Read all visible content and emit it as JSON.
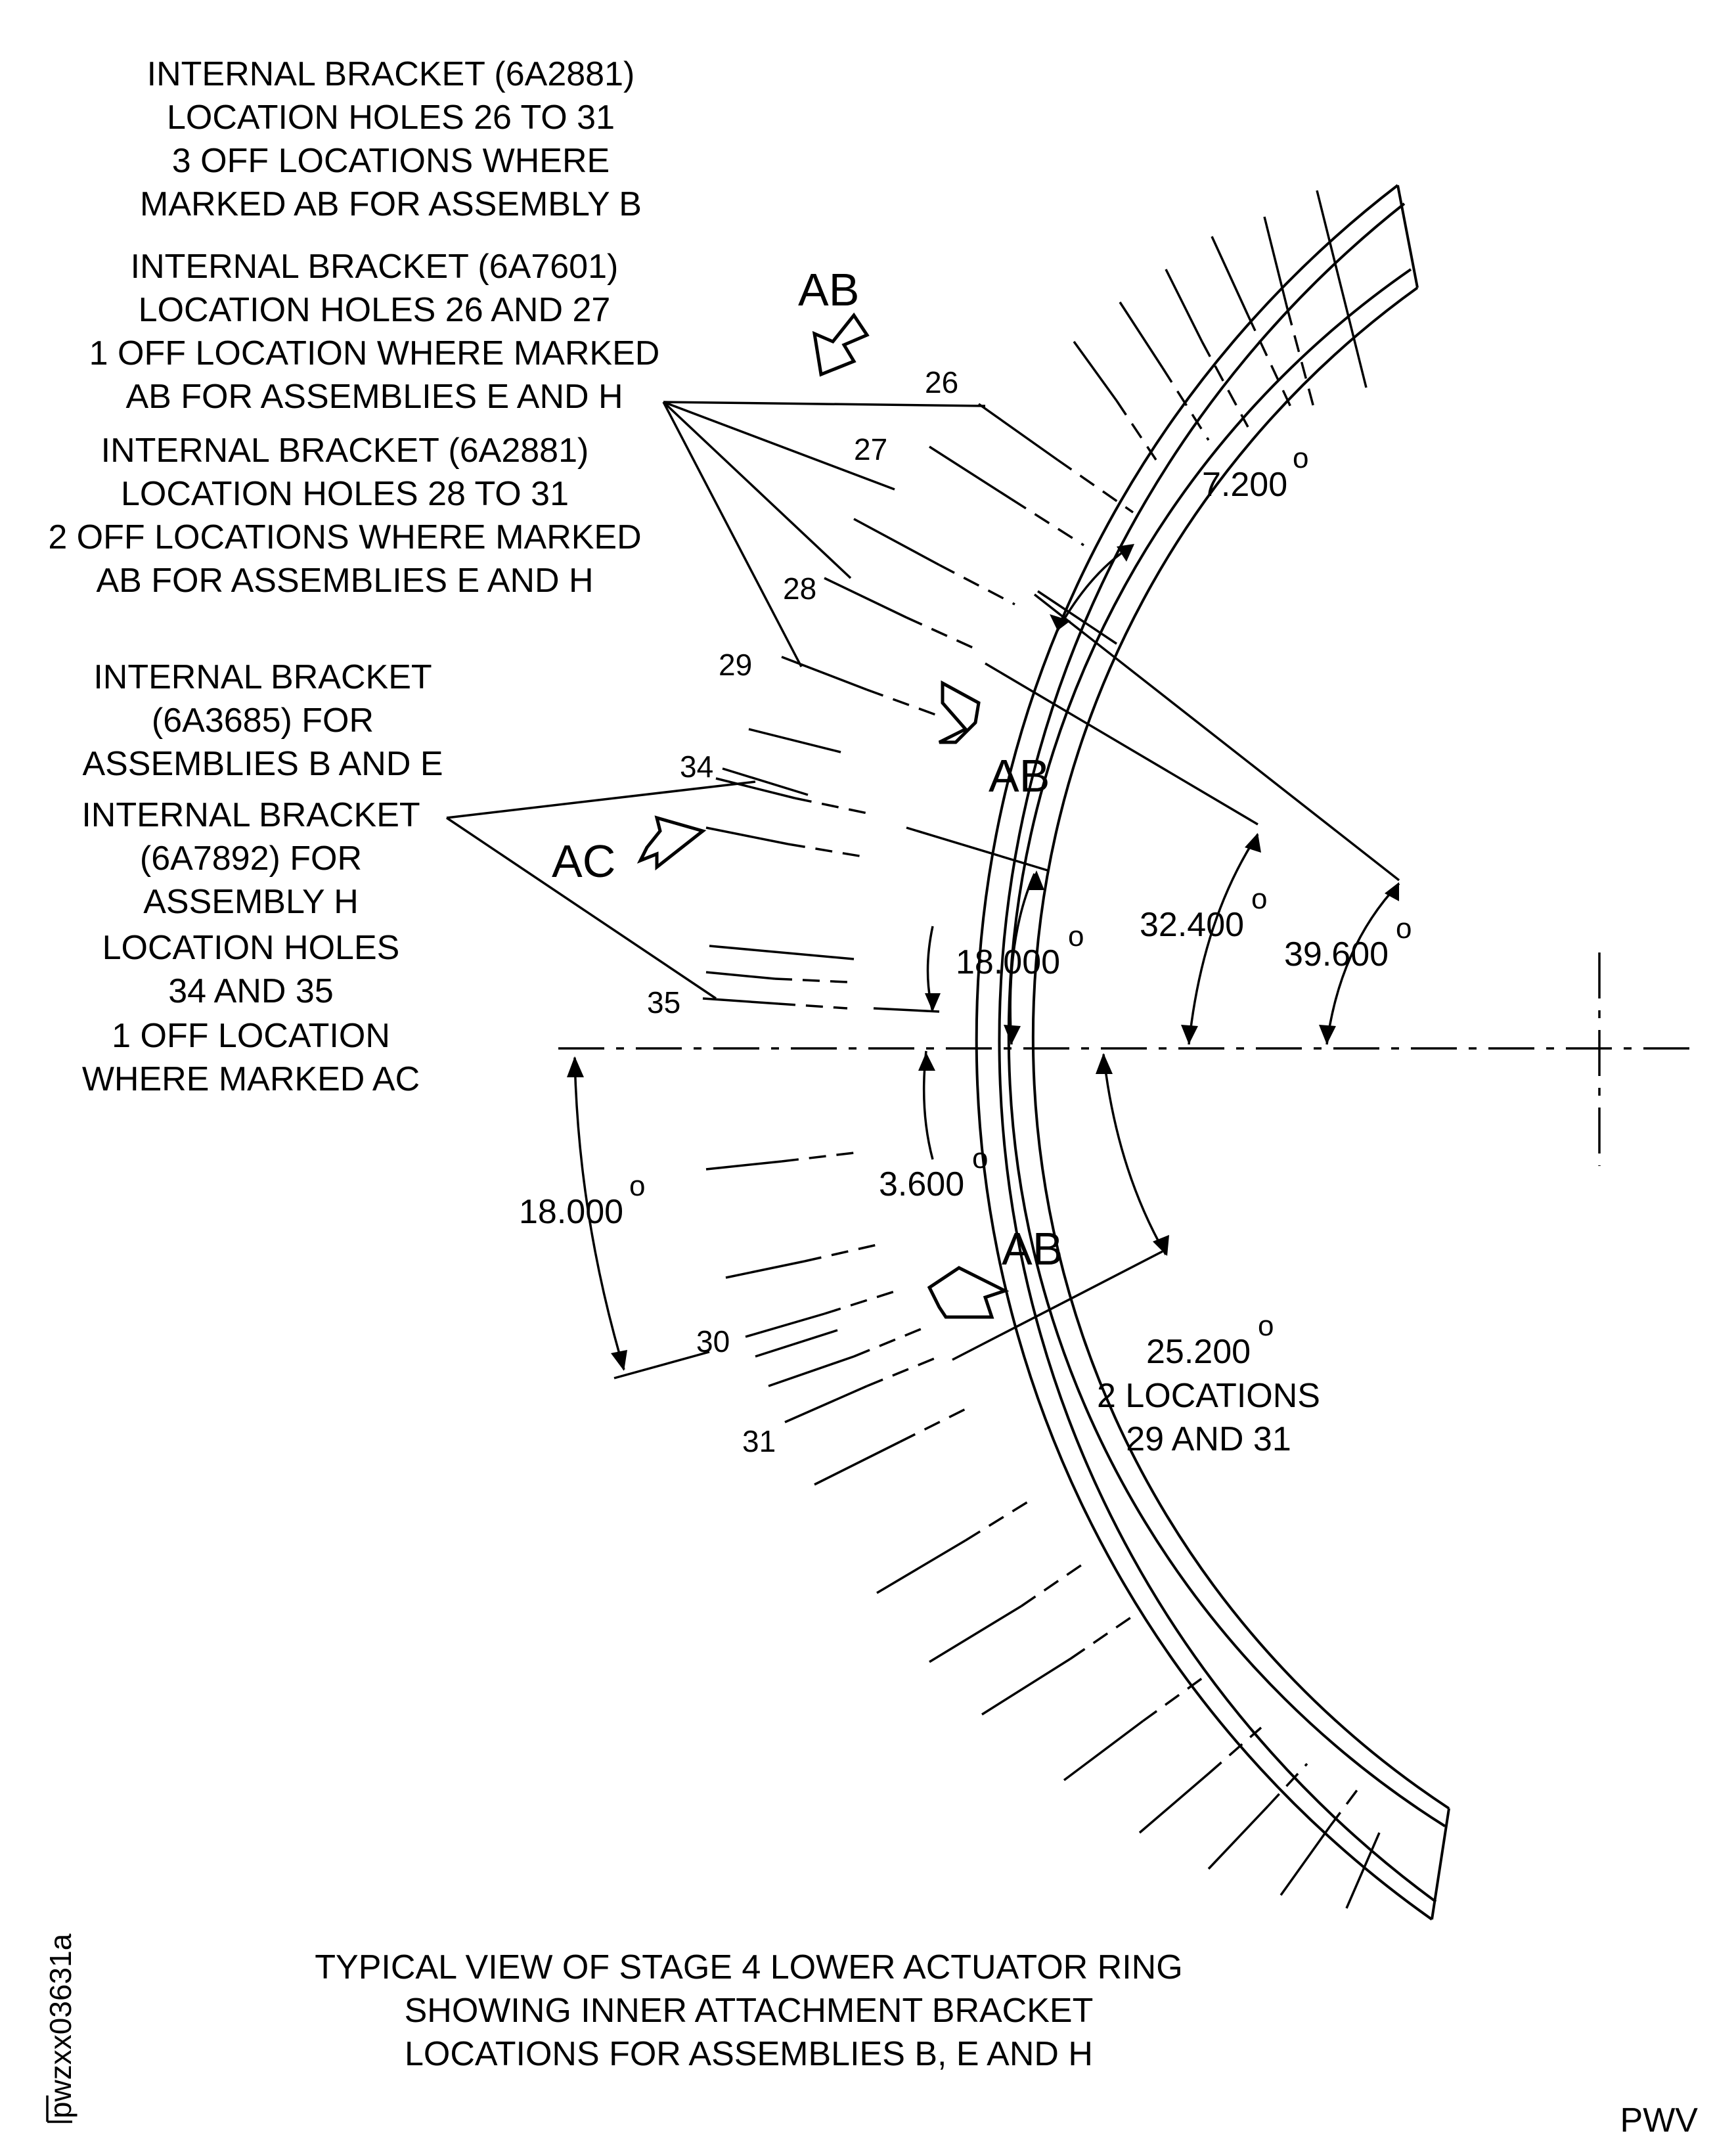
{
  "notes": {
    "note1": [
      "INTERNAL BRACKET (6A2881)",
      "LOCATION HOLES 26 TO 31",
      "3 OFF LOCATIONS WHERE",
      "MARKED AB FOR ASSEMBLY B"
    ],
    "note2": [
      "INTERNAL BRACKET (6A7601)",
      "LOCATION HOLES 26 AND 27",
      "1 OFF LOCATION WHERE MARKED",
      "AB FOR ASSEMBLIES E AND H"
    ],
    "note3": [
      "INTERNAL BRACKET (6A2881)",
      "LOCATION HOLES 28 TO 31",
      "2 OFF LOCATIONS WHERE MARKED",
      "AB FOR ASSEMBLIES E AND H"
    ],
    "note4": [
      "INTERNAL BRACKET",
      "(6A3685) FOR",
      "ASSEMBLIES B AND E"
    ],
    "note5": [
      "INTERNAL BRACKET",
      "(6A7892) FOR",
      "ASSEMBLY H",
      "LOCATION HOLES",
      "34 AND 35",
      "1 OFF LOCATION",
      "WHERE MARKED AC"
    ],
    "note6": [
      "2 LOCATIONS",
      "29 AND 31"
    ]
  },
  "hole_labels": {
    "h26": "26",
    "h27": "27",
    "h28": "28",
    "h29": "29",
    "h34": "34",
    "h35": "35",
    "h30": "30",
    "h31": "31"
  },
  "markers": {
    "ab_top": "AB",
    "ab_mid": "AB",
    "ab_low": "AB",
    "ac": "AC"
  },
  "dimensions": {
    "d7200": "7.200",
    "d18000_upper": "18.000",
    "d32400": "32.400",
    "d39600": "39.600",
    "d3600": "3.600",
    "d18000_lower": "18.000",
    "d25200": "25.200",
    "degree_symbol": "o"
  },
  "caption": [
    "TYPICAL VIEW OF STAGE 4 LOWER ACTUATOR RING",
    "SHOWING INNER ATTACHMENT BRACKET",
    "LOCATIONS FOR ASSEMBLIES B, E AND H"
  ],
  "figure_id": "pwzxx03631a",
  "brand": "PWV"
}
